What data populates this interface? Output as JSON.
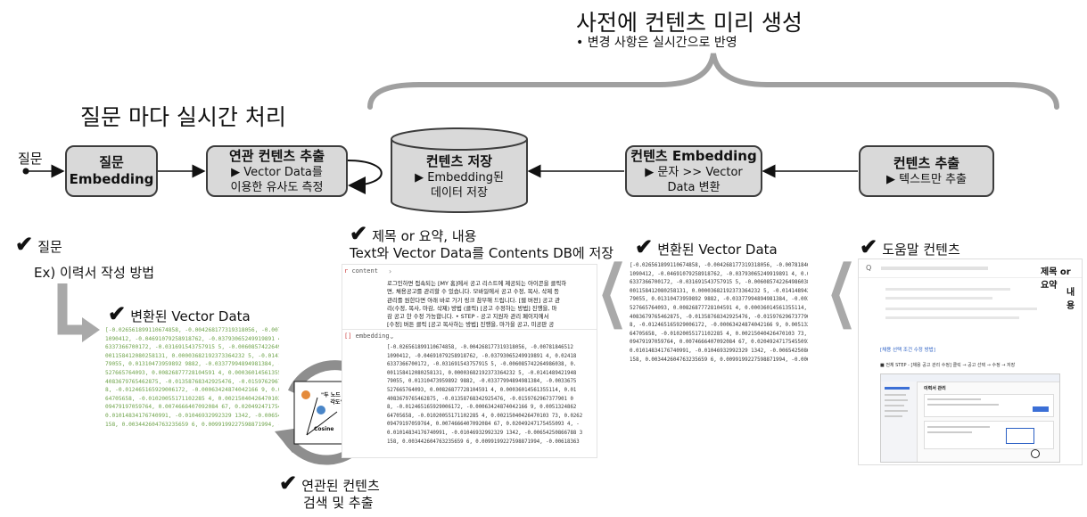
{
  "top": {
    "title": "사전에 컨텐츠 미리 생성",
    "bullet": "변경 사항은 실시간으로 반영"
  },
  "left_title": "질문 마다 실시간 처리",
  "flow": {
    "input_label": "질문",
    "box1": {
      "title": "질문",
      "subtitle": "Embedding"
    },
    "box2": {
      "title": "연관 컨텐츠 추출",
      "line1": "▶ Vector Data를",
      "line2": "이용한 유사도 측정"
    },
    "db": {
      "title": "컨텐츠 저장",
      "line1": "▶ Embedding된",
      "line2": "데이터 저장"
    },
    "box4": {
      "title": "컨텐츠 Embedding",
      "line1": "▶ 문자 >> Vector",
      "line2": "Data 변환"
    },
    "box5": {
      "title": "컨텐츠 추출",
      "line1": "▶ 텍스트만 추출"
    }
  },
  "annotations": {
    "question": {
      "check": "✔",
      "label": "질문",
      "example": "Ex) 이력서 작성 방법"
    },
    "vector_left": {
      "check": "✔",
      "label": "변환된 Vector Data"
    },
    "db_store": {
      "check": "✔",
      "label_line1": "제목 or 요약, 내용",
      "label_line2": "Text와 Vector Data를 Contents DB에 저장"
    },
    "vector_right": {
      "check": "✔",
      "label": "변환된 Vector Data"
    },
    "help": {
      "check": "✔",
      "label": "도움말 컨텐츠"
    },
    "related": {
      "check": "✔",
      "label_line1": "연관된 컨텐츠",
      "label_line2": "검색 및 추출"
    }
  },
  "vector_numbers": [
    "[-0.026561899110674858, -0.004268177319318056, -0.00781846512",
    "1090412, -0.04691079258918762, -0.03793065249919891 4, 0.02418",
    "6337366700172, -0.031691543757915 5, -0.006085742264986038, 0.",
    "001158412080258131, 0.00003682192373364232 5, -0.0141489421948",
    "79055, 0.01310473959892 9882, -0.03377994894981384, -0.0033675",
    "527665764093, 0.00826877728104591 4, 0.00036014561355114, 0.01",
    "4083679765462875, -0.01358768342925476, -0.0159762967377901 0",
    "8, -0.012465165929006172, -0.00063424874042166 9, 0.0051324862",
    "64705658, -0.01020055171102285 4, 0.00215040426470103 73, 0.0262",
    "09479197059764, 0.0074666407092084 67, 0.02049247175455093 4, -",
    "0.01014834176740991, -0.01046932992329 1342, -0.00654250866788 3",
    "158, 0.003442604763235659 6, 0.0099199227598871994, -0.00618363"
  ],
  "db_panel": {
    "content_key": "content",
    "content_text": [
      "로그인하면 접속되는 [MY 홈]에서 공고 리스트에 제공되는 아이콘을 클릭하",
      "면, 채용공고를 관리할 수 있습니다. 모바일에서 공고 수정, 복사, 삭제 등",
      "관리를 원한다면 아래 바로 가기 링크 참부해 드립니다. [웹 버전] 공고 관",
      "리(수정, 복사, 마감, 삭제) 방법 (클릭) [공고 수정하는 방법] 진행을, 마",
      "감 공고 한 수정 가능합니다. • STEP - 공고 지원자 관리 페이지에서",
      "[수정] 버튼 클릭 [공고 복사하는 방법] 진행을, 마가을 공고, 미공판 공"
    ],
    "embedding_key": "embedding"
  },
  "cosine": {
    "caption_line1": "\"두 노드 사이",
    "caption_line2": "각도\"",
    "label": "Cosine"
  },
  "help_panel": {
    "title_label": "제목 or 요약",
    "content_label": "내용",
    "search_hint": "Q",
    "breadcrumb": "[채용 선택 조건 수정 방법]",
    "step_text": "■ 전체 STEP - [채용 공고 관리 수정] 클릭 → 공고 선택 → 수정 → 저장",
    "inner_title": "이력서 관리"
  }
}
